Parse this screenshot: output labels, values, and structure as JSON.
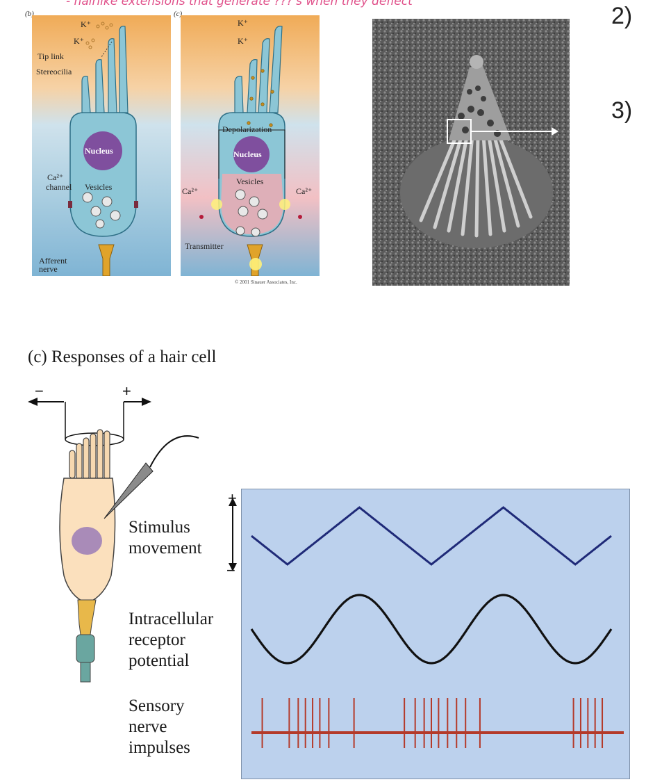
{
  "handwritten_note": "- hairlike extensions that generate ???'s when they deflect",
  "side_markers": [
    "2)",
    "3)"
  ],
  "panel_b": {
    "letter": "(b)",
    "labels": {
      "k1": "K⁺",
      "k2": "K⁺",
      "tip_link": "Tip link",
      "stereocilia": "Stereocilia",
      "nucleus": "Nucleus",
      "ca_channel_1": "Ca²⁺",
      "ca_channel_2": "channel",
      "vesicles": "Vesicles",
      "afferent_1": "Afferent",
      "afferent_2": "nerve"
    }
  },
  "panel_c_top": {
    "letter": "(c)",
    "labels": {
      "k1": "K⁺",
      "k2": "K⁺",
      "depolarization": "Depolarization",
      "nucleus": "Nucleus",
      "vesicles": "Vesicles",
      "ca_left": "Ca²⁺",
      "ca_right": "Ca²⁺",
      "transmitter": "Transmitter"
    },
    "copyright": "© 2001 Sinauer Associates, Inc."
  },
  "figure_c": {
    "heading": "(c) Responses of a hair cell",
    "arrow_minus": "−",
    "arrow_plus": "+",
    "axis_plus": "+",
    "axis_minus": "−",
    "rows": [
      {
        "label": "Stimulus\nmovement"
      },
      {
        "label": "Intracellular\nreceptor\npotential"
      },
      {
        "label": "Sensory\nnerve\nimpulses"
      }
    ]
  },
  "chart_data": {
    "type": "line",
    "series": [
      {
        "key": "stimulus",
        "shape": "triangle",
        "cycles": 2.5,
        "color": "#1f2a78"
      },
      {
        "key": "receptor_potential",
        "shape": "sine",
        "cycles": 2.5,
        "color": "#111111"
      },
      {
        "key": "nerve_impulses",
        "shape": "spike_train",
        "color": "#b43a2a",
        "spike_times": [
          0.03,
          0.105,
          0.13,
          0.15,
          0.17,
          0.19,
          0.215,
          0.285,
          0.425,
          0.455,
          0.48,
          0.5,
          0.52,
          0.545,
          0.57,
          0.595,
          0.635,
          0.895,
          0.915,
          0.935,
          0.955,
          0.975
        ]
      }
    ]
  }
}
